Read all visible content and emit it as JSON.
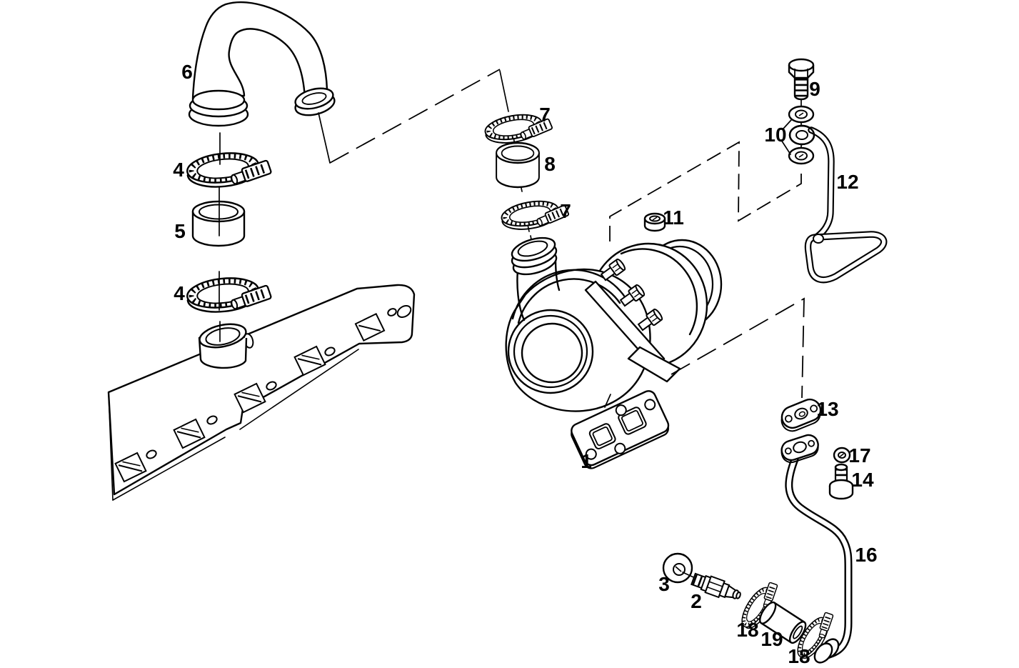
{
  "diagram": {
    "background_color": "#ffffff",
    "line_color": "#000000",
    "callouts": {
      "c1": "1",
      "c2": "2",
      "c3": "3",
      "c4a": "4",
      "c4b": "4",
      "c5": "5",
      "c6": "6",
      "c7a": "7",
      "c7b": "7",
      "c8": "8",
      "c9": "9",
      "c10": "10",
      "c11": "11",
      "c12": "12",
      "c13": "13",
      "c14": "14",
      "c16": "16",
      "c17": "17",
      "c18a": "18",
      "c18b": "18",
      "c19": "19"
    }
  }
}
